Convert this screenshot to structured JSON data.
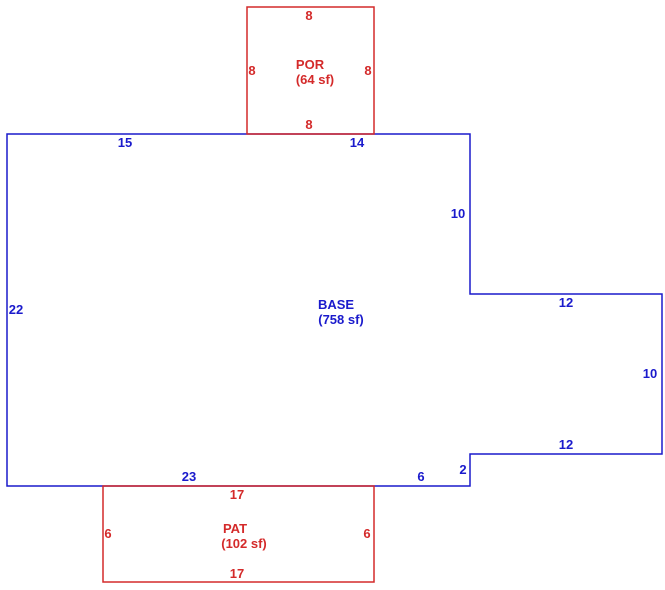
{
  "colors": {
    "base": "#1a1acc",
    "addon": "#d42a2a",
    "background": "#ffffff"
  },
  "base": {
    "label": "BASE",
    "area": "(758 sf)",
    "dims": {
      "top_left": "15",
      "top_right": "14",
      "right_upper": "10",
      "left": "22",
      "bump_top": "12",
      "bump_right": "10",
      "bump_bottom": "12",
      "bottom_step": "2",
      "bottom_left": "23",
      "bottom_right": "6"
    }
  },
  "porch": {
    "label": "POR",
    "area": "(64 sf)",
    "dims": {
      "top": "8",
      "left": "8",
      "right": "8",
      "bottom": "8"
    }
  },
  "patio": {
    "label": "PAT",
    "area": "(102 sf)",
    "dims": {
      "top": "17",
      "left": "6",
      "right": "6",
      "bottom": "17"
    }
  }
}
